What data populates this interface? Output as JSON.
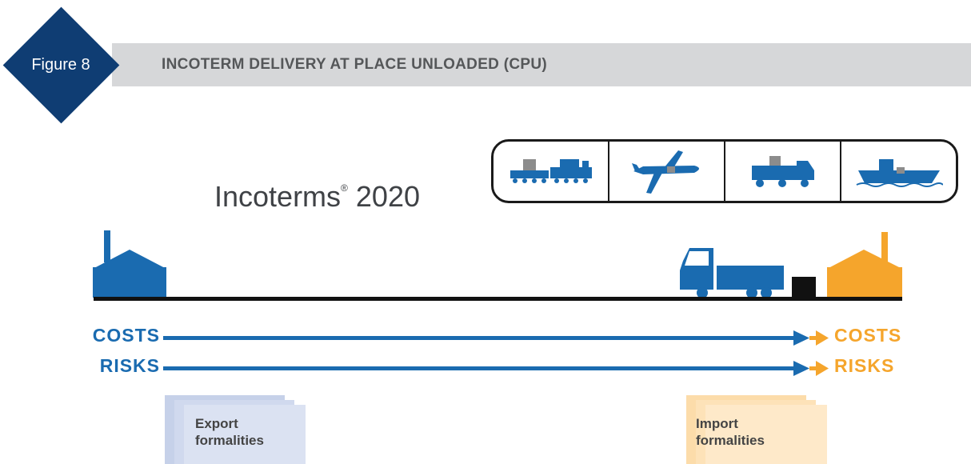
{
  "figure": {
    "label": "Figure 8",
    "title": "INCOTERM DELIVERY AT PLACE UNLOADED (CPU)"
  },
  "diagram": {
    "brand": "Incoterms",
    "registered": "®",
    "year": "2020",
    "transport_modes": [
      "train-icon",
      "airplane-icon",
      "truck-icon",
      "ship-icon"
    ],
    "flows": {
      "seller": {
        "costs": "COSTS",
        "risks": "RISKS"
      },
      "buyer": {
        "costs": "COSTS",
        "risks": "RISKS"
      }
    },
    "documents": {
      "export": {
        "line1": "Export",
        "line2": "formalities"
      },
      "import": {
        "line1": "Import",
        "line2": "formalities"
      }
    }
  },
  "colors": {
    "figure_badge": "#0f3d73",
    "title_bar": "#d6d7d9",
    "seller_blue": "#1a6bb0",
    "buyer_orange": "#f5a52c",
    "export_doc": "#d7dff0",
    "import_doc": "#fde6c3"
  }
}
